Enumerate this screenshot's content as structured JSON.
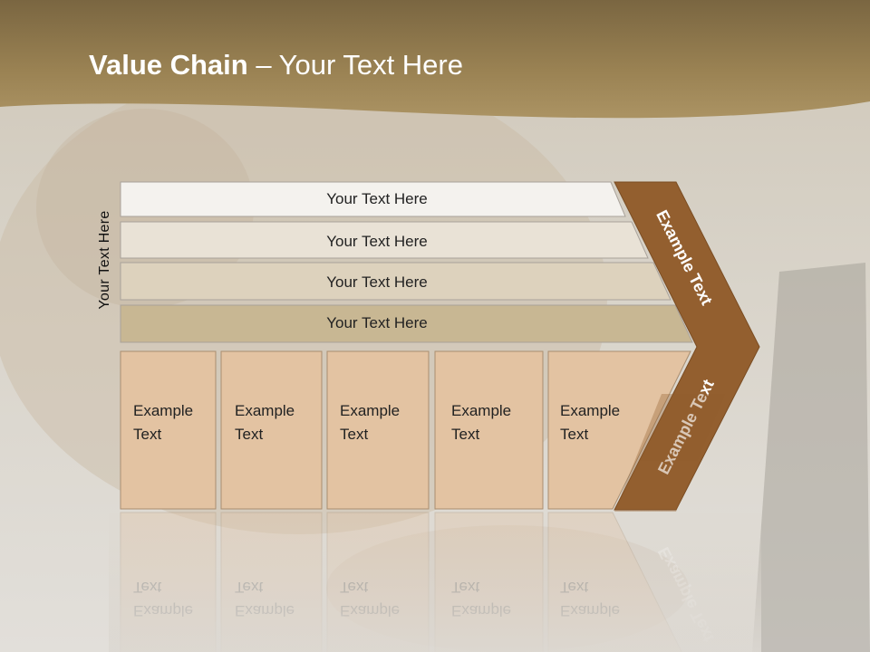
{
  "title": {
    "bold": "Value Chain",
    "rest": " – Your Text Here"
  },
  "side_label": "Your Text Here",
  "rows": [
    {
      "label": "Your Text Here",
      "color": "#f4f2ee"
    },
    {
      "label": "Your Text Here",
      "color": "#e9e2d6"
    },
    {
      "label": "Your Text Here",
      "color": "#ddd2bd"
    },
    {
      "label": "Your Text Here",
      "color": "#c8b793"
    }
  ],
  "boxes": [
    {
      "line1": "Example",
      "line2": "Text"
    },
    {
      "line1": "Example",
      "line2": "Text"
    },
    {
      "line1": "Example",
      "line2": "Text"
    },
    {
      "line1": "Example",
      "line2": "Text"
    },
    {
      "line1": "Example",
      "line2": "Text"
    }
  ],
  "arrow": {
    "upper_label": "Example Text",
    "lower_label": "Example Text"
  },
  "colors": {
    "header": "#9c8455",
    "arrow": "#935f2f",
    "box_fill": "#e3c3a2",
    "box_stroke": "#a98e70"
  }
}
